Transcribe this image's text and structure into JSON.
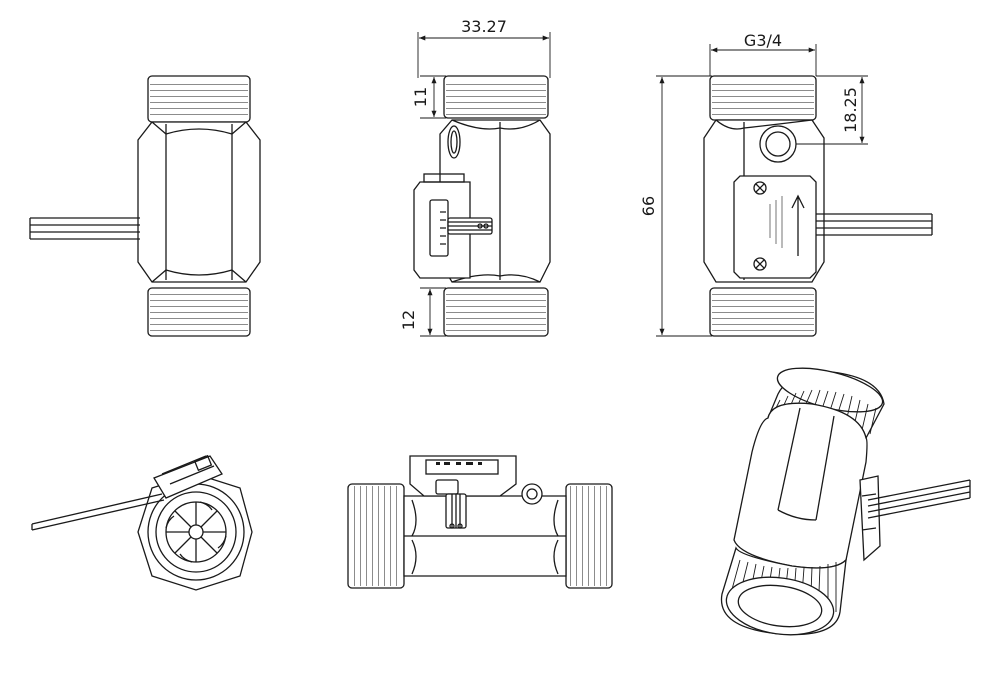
{
  "dimensions": {
    "body_width": "33.27",
    "thread_size": "G3/4",
    "total_length": "66",
    "port_offset": "18.25",
    "top_thread": "11",
    "bottom_thread": "12"
  },
  "colors": {
    "line": "#1a1a1a",
    "background": "#ffffff"
  }
}
